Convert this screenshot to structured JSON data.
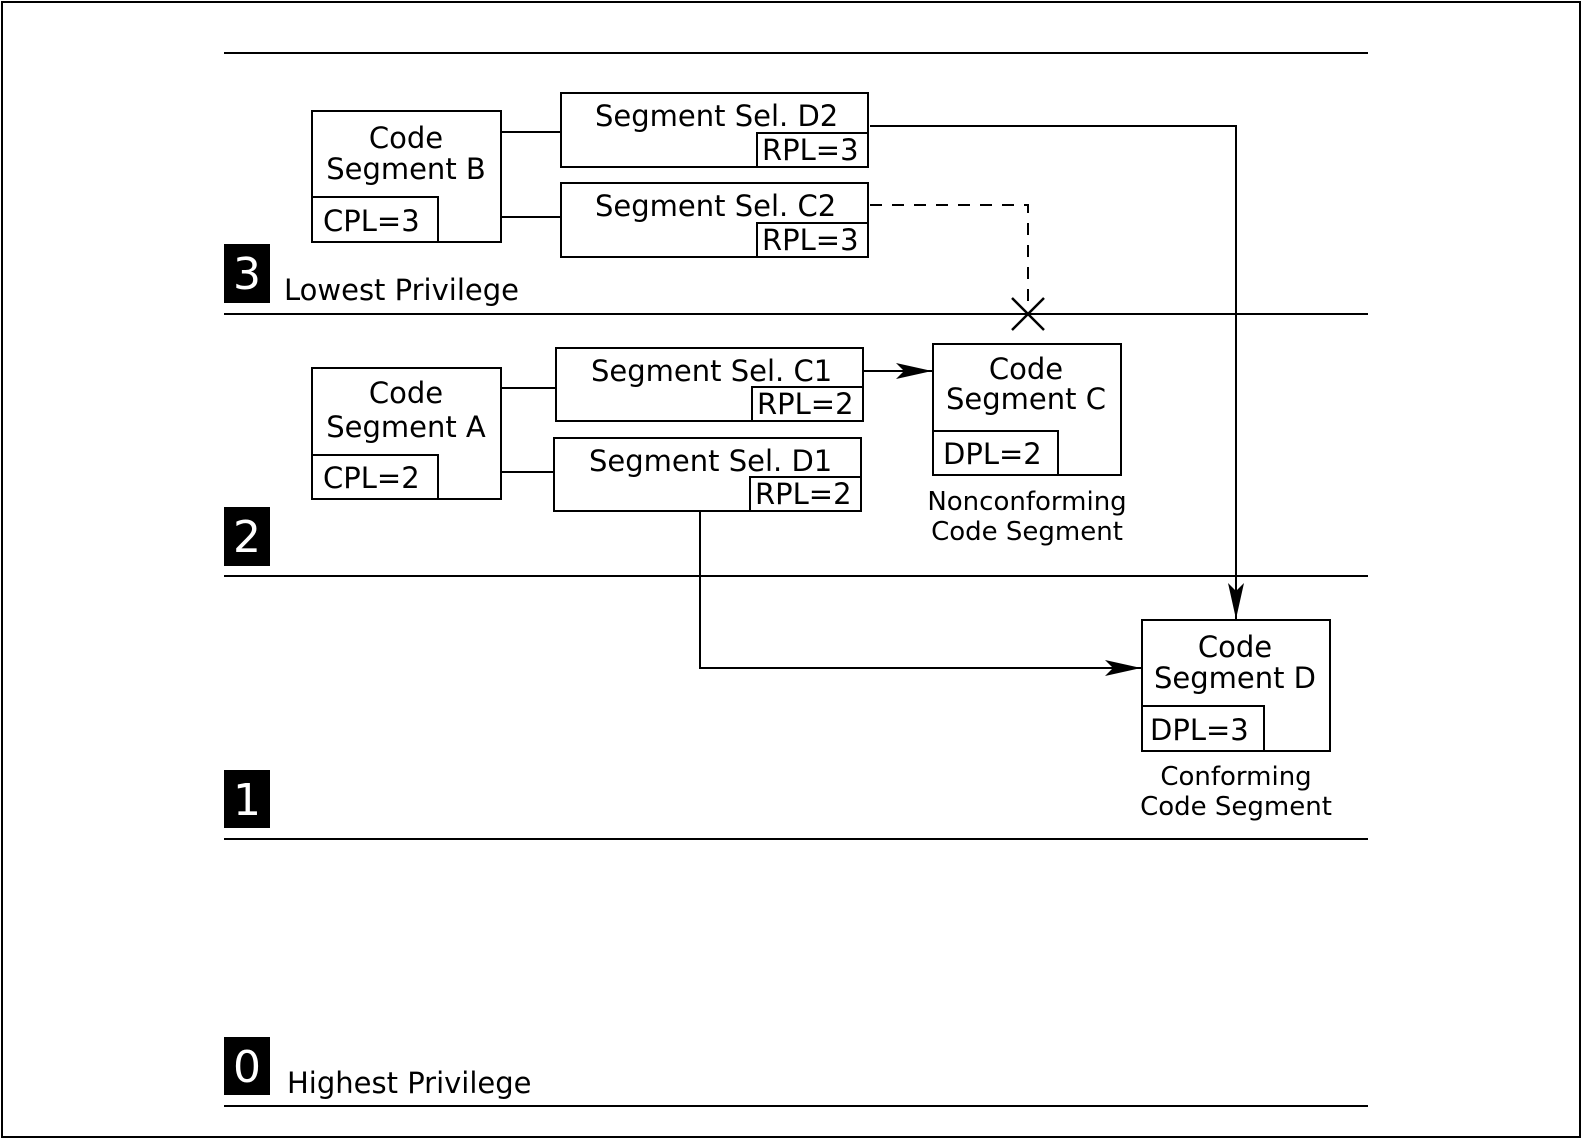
{
  "levels": {
    "l3": {
      "number": "3",
      "label": "Lowest Privilege"
    },
    "l2": {
      "number": "2",
      "label": ""
    },
    "l1": {
      "number": "1",
      "label": ""
    },
    "l0": {
      "number": "0",
      "label": "Highest Privilege"
    }
  },
  "segments": {
    "b": {
      "title1": "Code",
      "title2": "Segment B",
      "pl": "CPL=3"
    },
    "a": {
      "title1": "Code",
      "title2": "Segment A",
      "pl": "CPL=2"
    },
    "c": {
      "title1": "Code",
      "title2": "Segment C",
      "pl": "DPL=2",
      "caption1": "Nonconforming",
      "caption2": "Code Segment"
    },
    "d": {
      "title1": "Code",
      "title2": "Segment D",
      "pl": "DPL=3",
      "caption1": "Conforming",
      "caption2": "Code Segment"
    }
  },
  "selectors": {
    "d2": {
      "label": "Segment Sel. D2",
      "rpl": "RPL=3"
    },
    "c2": {
      "label": "Segment Sel. C2",
      "rpl": "RPL=3"
    },
    "c1": {
      "label": "Segment Sel. C1",
      "rpl": "RPL=2"
    },
    "d1": {
      "label": "Segment Sel. D1",
      "rpl": "RPL=2"
    }
  },
  "colors": {
    "ink": "#000000",
    "background": "#ffffff"
  }
}
